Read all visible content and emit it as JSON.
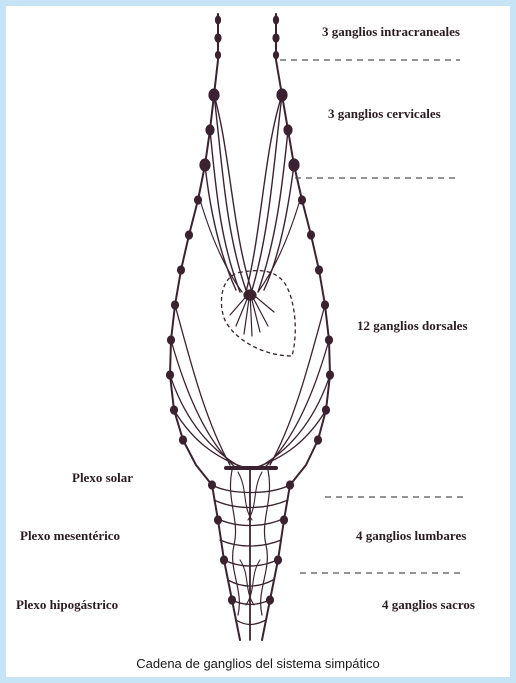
{
  "labels": {
    "intracraneales": "3 ganglios intracraneales",
    "cervicales": "3 ganglios cervicales",
    "dorsales": "12 ganglios dorsales",
    "plexo_solar": "Plexo solar",
    "lumbares": "4 ganglios lumbares",
    "plexo_mesenterico": "Plexo mesentérico",
    "plexo_hipogastrico": "Plexo hipogástrico",
    "sacros": "4 ganglios sacros"
  },
  "caption": "Cadena de ganglios del sistema simpático",
  "colors": {
    "background": "#c7e3f6",
    "panel": "#ffffff",
    "nerve": "#3b2230",
    "divider": "#555555"
  }
}
